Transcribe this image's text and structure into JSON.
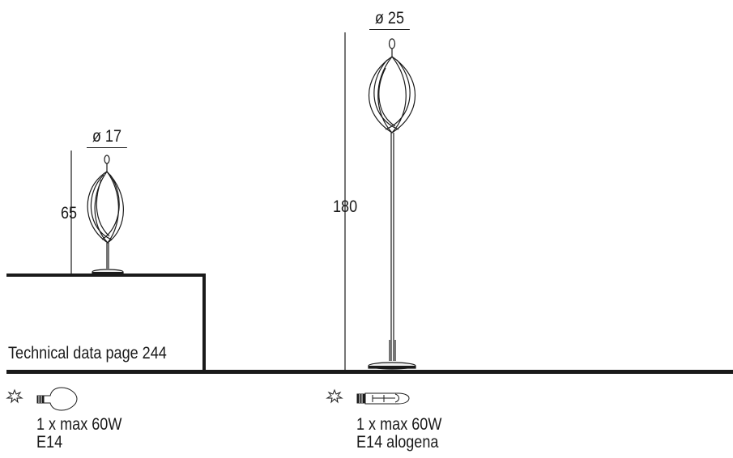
{
  "table_lamp": {
    "diameter": "ø 17",
    "height": "65"
  },
  "floor_lamp": {
    "diameter": "ø 25",
    "height": "180"
  },
  "technical_note": "Technical data page 244",
  "bulbs": [
    {
      "icon": "incandescent-bulb-icon",
      "spec": "1 x max 60W",
      "socket": "E14"
    },
    {
      "icon": "halogen-bulb-icon",
      "spec": "1 x max 60W",
      "socket": "E14 alogena"
    }
  ],
  "colors": {
    "line": "#1a1a1a",
    "background": "#ffffff"
  }
}
